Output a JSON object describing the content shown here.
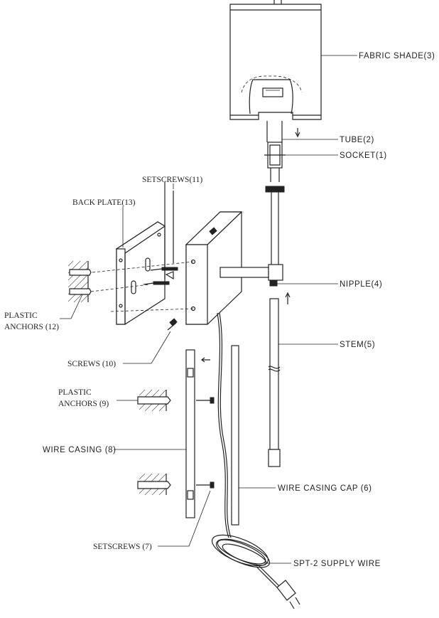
{
  "labels": {
    "fabric_shade": "FABRIC SHADE(3)",
    "tube": "TUBE(2)",
    "socket": "SOCKET(1)",
    "setscrews_11": "SETSCREWS(11)",
    "back_plate": "BACK PLATE(13)",
    "nipple": "NIPPLE(4)",
    "plastic_anchors_12_line1": "PLASTIC",
    "plastic_anchors_12_line2": "ANCHORS (12)",
    "stem": "STEM(5)",
    "screws_10": "SCREWS (10)",
    "plastic_anchors_9_line1": "PLASTIC",
    "plastic_anchors_9_line2": "ANCHORS (9)",
    "wire_casing": "WIRE CASING (8)",
    "wire_casing_cap": "WIRE CASING CAP (6)",
    "setscrews_7": "SETSCREWS (7)",
    "supply_wire": "SPT-2 SUPPLY WIRE"
  }
}
